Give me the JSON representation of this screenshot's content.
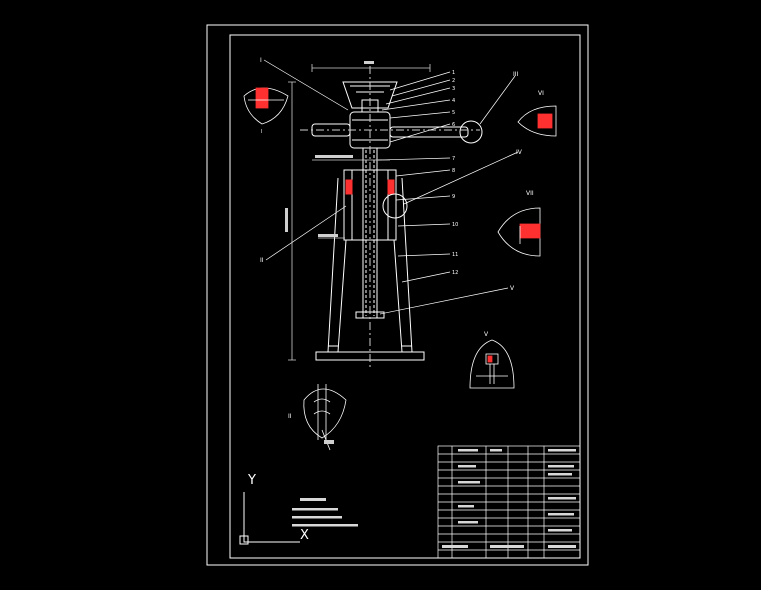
{
  "colors": {
    "background": "#000000",
    "line": "#ffffff",
    "dim": "#cfcfcf",
    "hatch": "#ff3030",
    "table_text": "#d8d8d8"
  },
  "axis_labels": {
    "y": "Y",
    "x": "X"
  },
  "detail_labels": {
    "I": "I",
    "II": "II",
    "III": "III",
    "IV": "IV",
    "V": "V",
    "VI": "VI",
    "VII": "VII"
  },
  "part_numbers": [
    "1",
    "2",
    "3",
    "4",
    "5",
    "6",
    "7",
    "8",
    "9",
    "10",
    "11",
    "12"
  ]
}
